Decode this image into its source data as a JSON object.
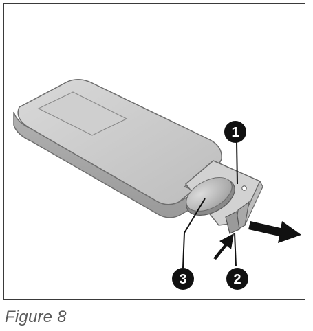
{
  "figure": {
    "caption": "Figure 8"
  },
  "callouts": [
    {
      "number": "1",
      "refers_to": "battery-tray"
    },
    {
      "number": "2",
      "refers_to": "release-tab"
    },
    {
      "number": "3",
      "refers_to": "coin-battery"
    }
  ],
  "colors": {
    "remote_body": "#c9c9c9",
    "remote_outline": "#777777",
    "callout_fill": "#111111",
    "arrow_fill": "#111111"
  }
}
